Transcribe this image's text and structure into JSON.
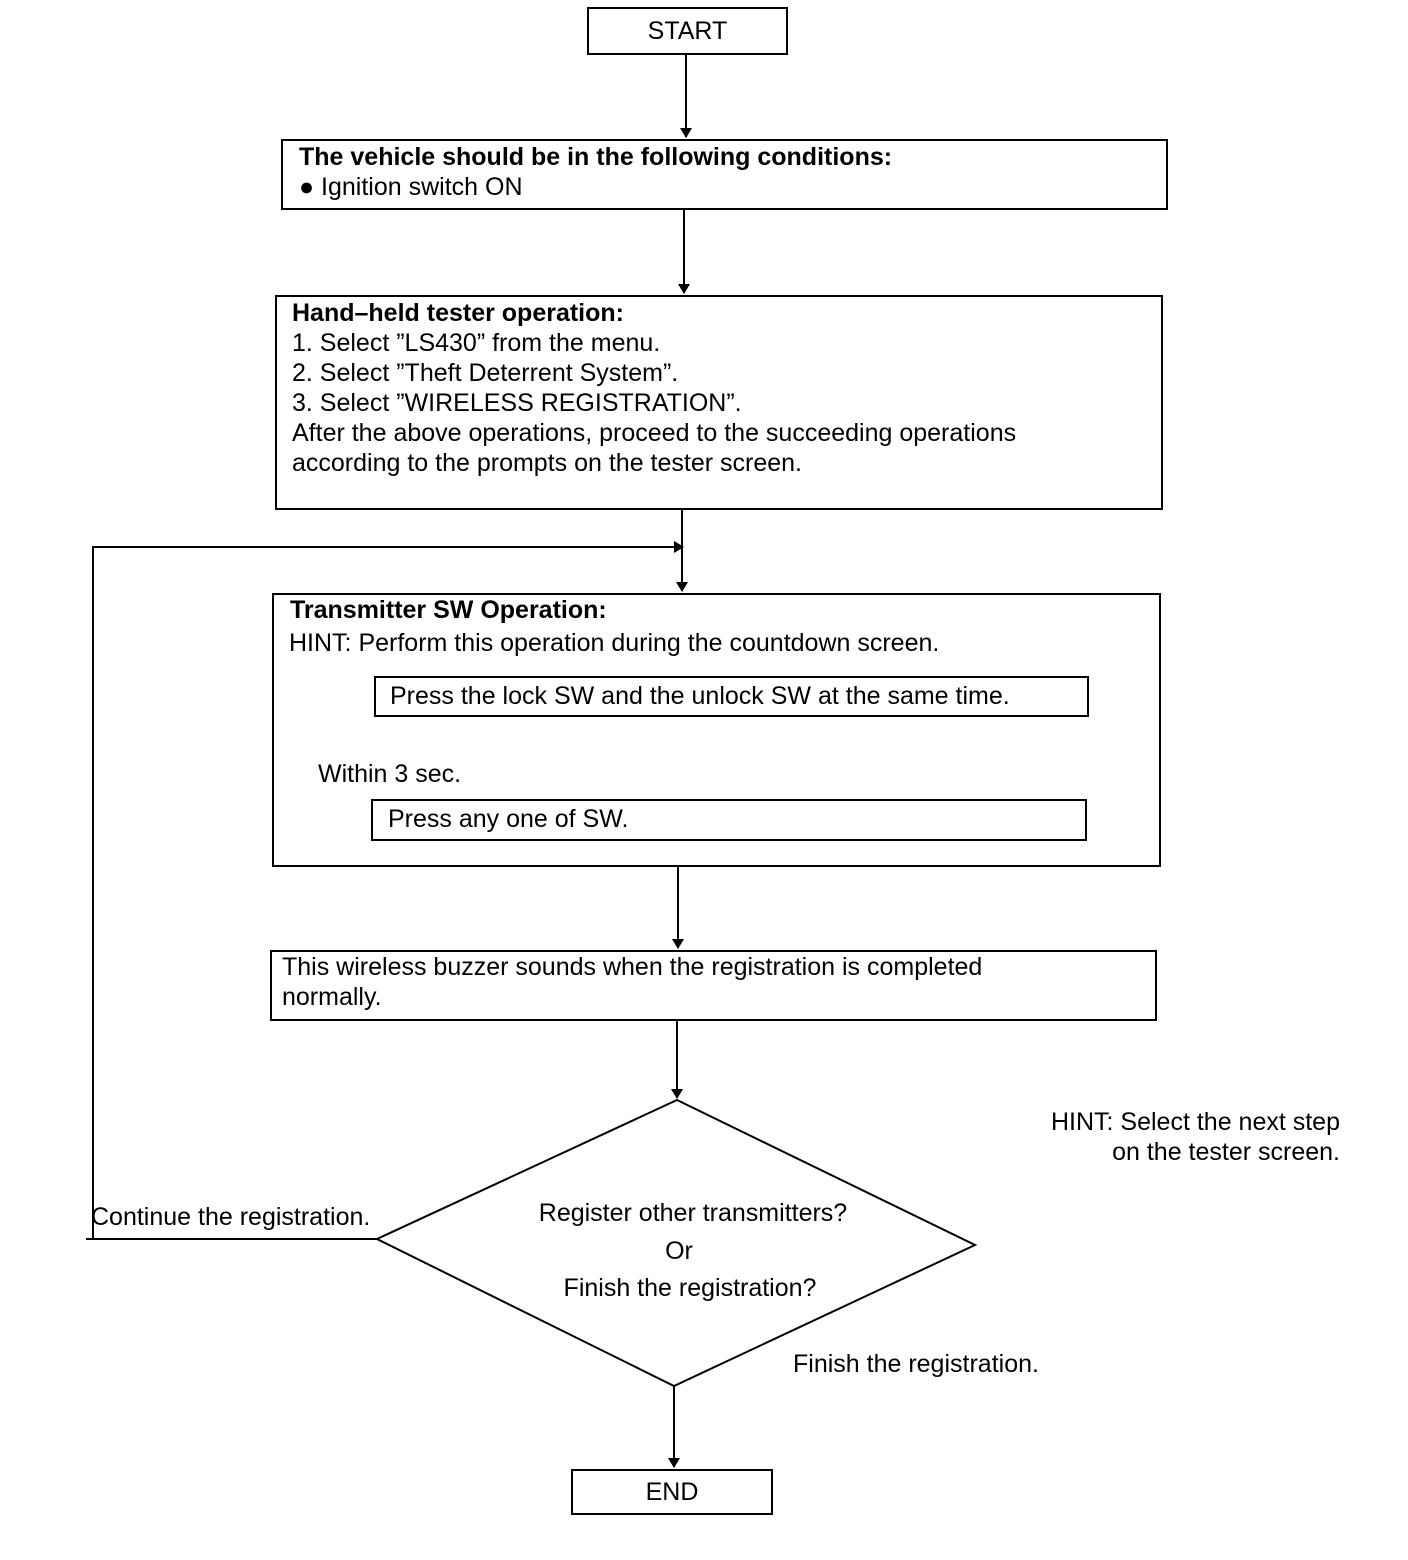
{
  "start": {
    "label": "START"
  },
  "conditions": {
    "heading": "The vehicle should be in the following conditions:",
    "item": "● Ignition switch ON"
  },
  "tester": {
    "heading": "Hand–held tester operation:",
    "steps": [
      "1. Select ”LS430” from the menu.",
      "2. Select ”Theft Deterrent System”.",
      "3. Select ”WIRELESS REGISTRATION”."
    ],
    "note_line1": "After the above operations, proceed to the succeeding operations",
    "note_line2": "according to the prompts on the tester screen."
  },
  "transmitter": {
    "heading": "Transmitter SW Operation:",
    "hint": "HINT: Perform this operation during the countdown screen.",
    "step1": "Press the lock SW and the unlock SW at the same time.",
    "interval": "Within 3 sec.",
    "step2": "Press any one of SW."
  },
  "buzzer": {
    "line1": "This wireless buzzer sounds when the registration is completed",
    "line2": "normally."
  },
  "decision": {
    "line1": "Register other transmitters?",
    "line2": "Or",
    "line3": "Finish the registration?"
  },
  "hint_next": {
    "line1": "HINT: Select the next step",
    "line2": "on the tester screen."
  },
  "branch_continue": "Continue the registration.",
  "branch_finish": "Finish the registration.",
  "end": {
    "label": "END"
  }
}
